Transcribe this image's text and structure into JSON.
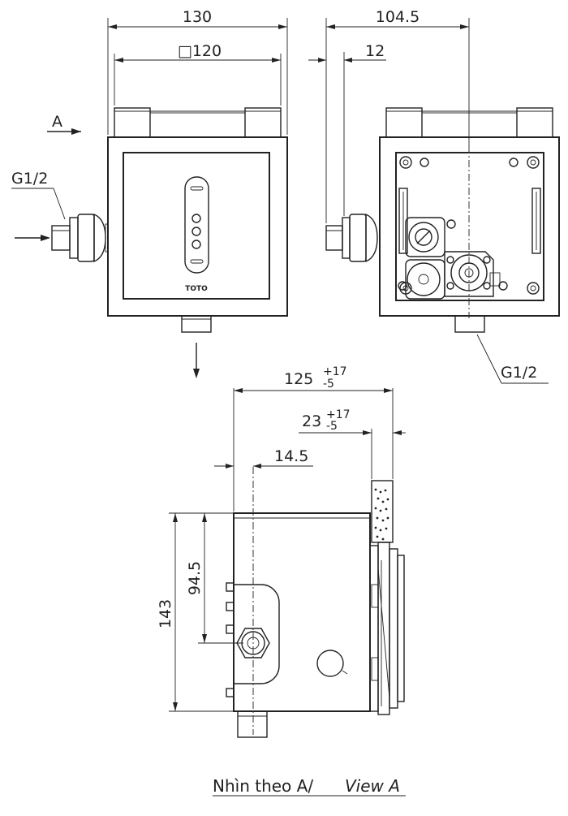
{
  "dims": {
    "width_front": "130",
    "square_size": "□120",
    "width_rear": "104.5",
    "offset_rear": "12",
    "thread_left": "G1/2",
    "thread_right": "G1/2",
    "view_marker": "A",
    "depth": "125",
    "depth_tol_upper": "+17",
    "depth_tol_lower": "-5",
    "plate": "23",
    "plate_tol_upper": "+17",
    "plate_tol_lower": "-5",
    "inlet_offset": "14.5",
    "height": "143",
    "inlet_height": "94.5"
  },
  "logo": "TOTO",
  "caption": {
    "vi": "Nhìn theo A/",
    "en": "View A"
  },
  "colors": {
    "line": "#222222",
    "background": "#ffffff"
  }
}
